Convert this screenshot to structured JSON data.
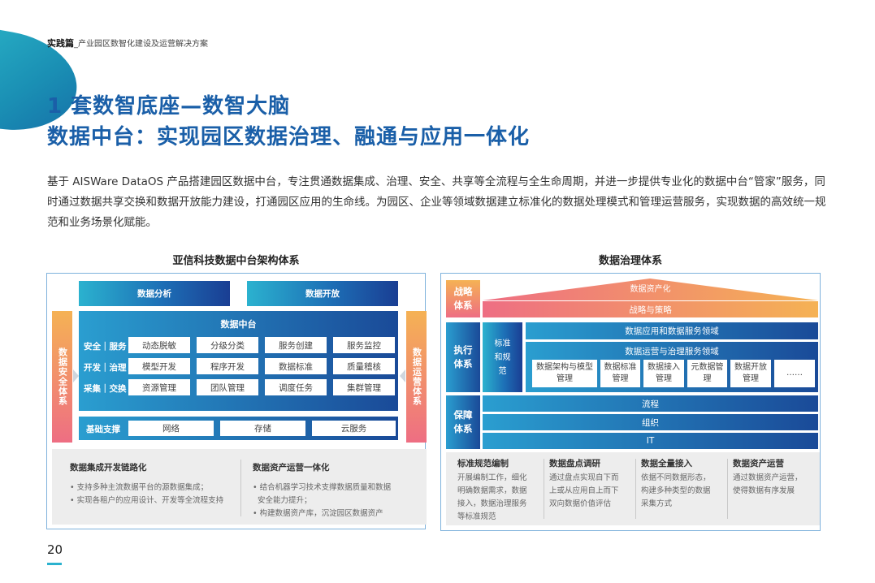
{
  "header": {
    "strong": "实践篇",
    "sep": "_",
    "text": "产业园区数智化建设及运营解决方案"
  },
  "title": {
    "line1": "1 套数智底座—数智大脑",
    "line2": "数据中台：实现园区数据治理、融通与应用一体化"
  },
  "intro": "基于 AISWare DataOS 产品搭建园区数据中台，专注贯通数据集成、治理、安全、共享等全流程与全生命周期，并进一步提供专业化的数据中台“管家”服务，同时通过数据共享交换和数据开放能力建设，打通园区应用的生命线。为园区、企业等领域数据建立标准化的数据处理模式和管理运营服务，实现数据的高效统一规范和业务场景化赋能。",
  "left": {
    "title": "亚信科技数据中台架构体系",
    "top_blocks": [
      "数据分析",
      "数据开放"
    ],
    "side_left": "数据安全体系",
    "side_right": "数据运营体系",
    "center_title": "数据中台",
    "rows": [
      {
        "label": "安全｜服务",
        "cells": [
          "动态脱敏",
          "分级分类",
          "服务创建",
          "服务监控"
        ]
      },
      {
        "label": "开发｜治理",
        "cells": [
          "模型开发",
          "程序开发",
          "数据标准",
          "质量稽核"
        ]
      },
      {
        "label": "采集｜交换",
        "cells": [
          "资源管理",
          "团队管理",
          "调度任务",
          "集群管理"
        ]
      }
    ],
    "base": {
      "label": "基础支撑",
      "cells": [
        "网络",
        "存储",
        "云服务"
      ]
    },
    "bottom": [
      {
        "title": "数据集成开发链路化",
        "items": [
          "• 支持多种主流数据平台的源数据集成；",
          "• 实现各租户的应用设计、开发等全流程支持"
        ]
      },
      {
        "title": "数据资产运营一体化",
        "items": [
          "• 结合机器学习技术支撑数据质量和数据",
          "  安全能力提升；",
          "• 构建数据资产库，沉淀园区数据资产"
        ]
      }
    ]
  },
  "right": {
    "title": "数据治理体系",
    "zhanlue": {
      "label": "战略体系",
      "roof": "数据资产化",
      "band": "战略与策略"
    },
    "zhixing": {
      "label": "执行体系",
      "std": "标准和规范",
      "app": "数据应用和数据服务领域",
      "ops": "数据运营与治理服务领域",
      "items": [
        "数据架构与模型管理",
        "数据标准管理",
        "数据接入管理",
        "元数据管理",
        "数据开放管理",
        "……"
      ]
    },
    "baozhang": {
      "label": "保障体系",
      "bands": [
        "流程",
        "组织",
        "IT"
      ]
    },
    "bottom": [
      {
        "title": "标准规范编制",
        "text": [
          "开展编制工作，细化",
          "明确数据需求，数据",
          "接入，数据治理服务",
          "等标准规范"
        ]
      },
      {
        "title": "数据盘点调研",
        "text": [
          "通过盘点实现自下而",
          "上或从应用自上而下",
          "双向数据价值评估"
        ]
      },
      {
        "title": "数据全量接入",
        "text": [
          "依据不同数据形态，",
          "构建多种类型的数据",
          "采集方式"
        ]
      },
      {
        "title": "数据资产运营",
        "text": [
          "通过数据资产运营，",
          "使得数据有序发展"
        ]
      }
    ]
  },
  "page_number": "20",
  "colors": {
    "title": "#1a5fa8",
    "accent": "#2bb2cf",
    "warm": "#ee6e83"
  }
}
